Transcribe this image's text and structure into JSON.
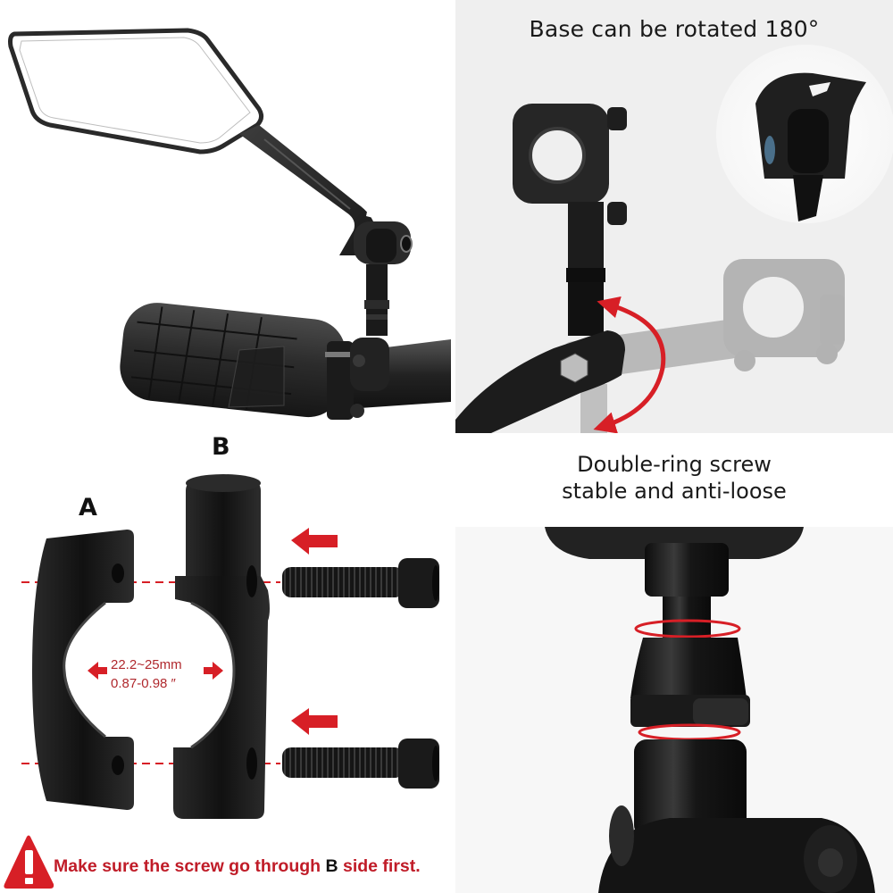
{
  "panels": {
    "mirror": {
      "description": "Bicycle rearview mirror mounted on handlebar grip"
    },
    "rotate": {
      "title": "Base can be rotated 180°",
      "inset_description": "Close-up of mirror arm ball joint"
    },
    "caption": {
      "line1": "Double-ring screw",
      "line2": "stable and anti-loose"
    },
    "clamp": {
      "label_a": "A",
      "label_b": "B",
      "dimension_mm": "22.2~25mm",
      "dimension_in": "0.87-0.98 ″",
      "warning": {
        "prefix": "Make sure the screw go through ",
        "highlight": "B",
        "suffix": " side first."
      }
    },
    "stem": {
      "description": "Stem with two red rings marking double-ring screw"
    }
  },
  "colors": {
    "accent_red": "#d71f26",
    "text_red": "#c01c28",
    "dimension_red": "#b0282d",
    "part_black": "#1c1c1c",
    "rotate_bg": "#efefef",
    "stem_bg": "#f7f7f7"
  }
}
